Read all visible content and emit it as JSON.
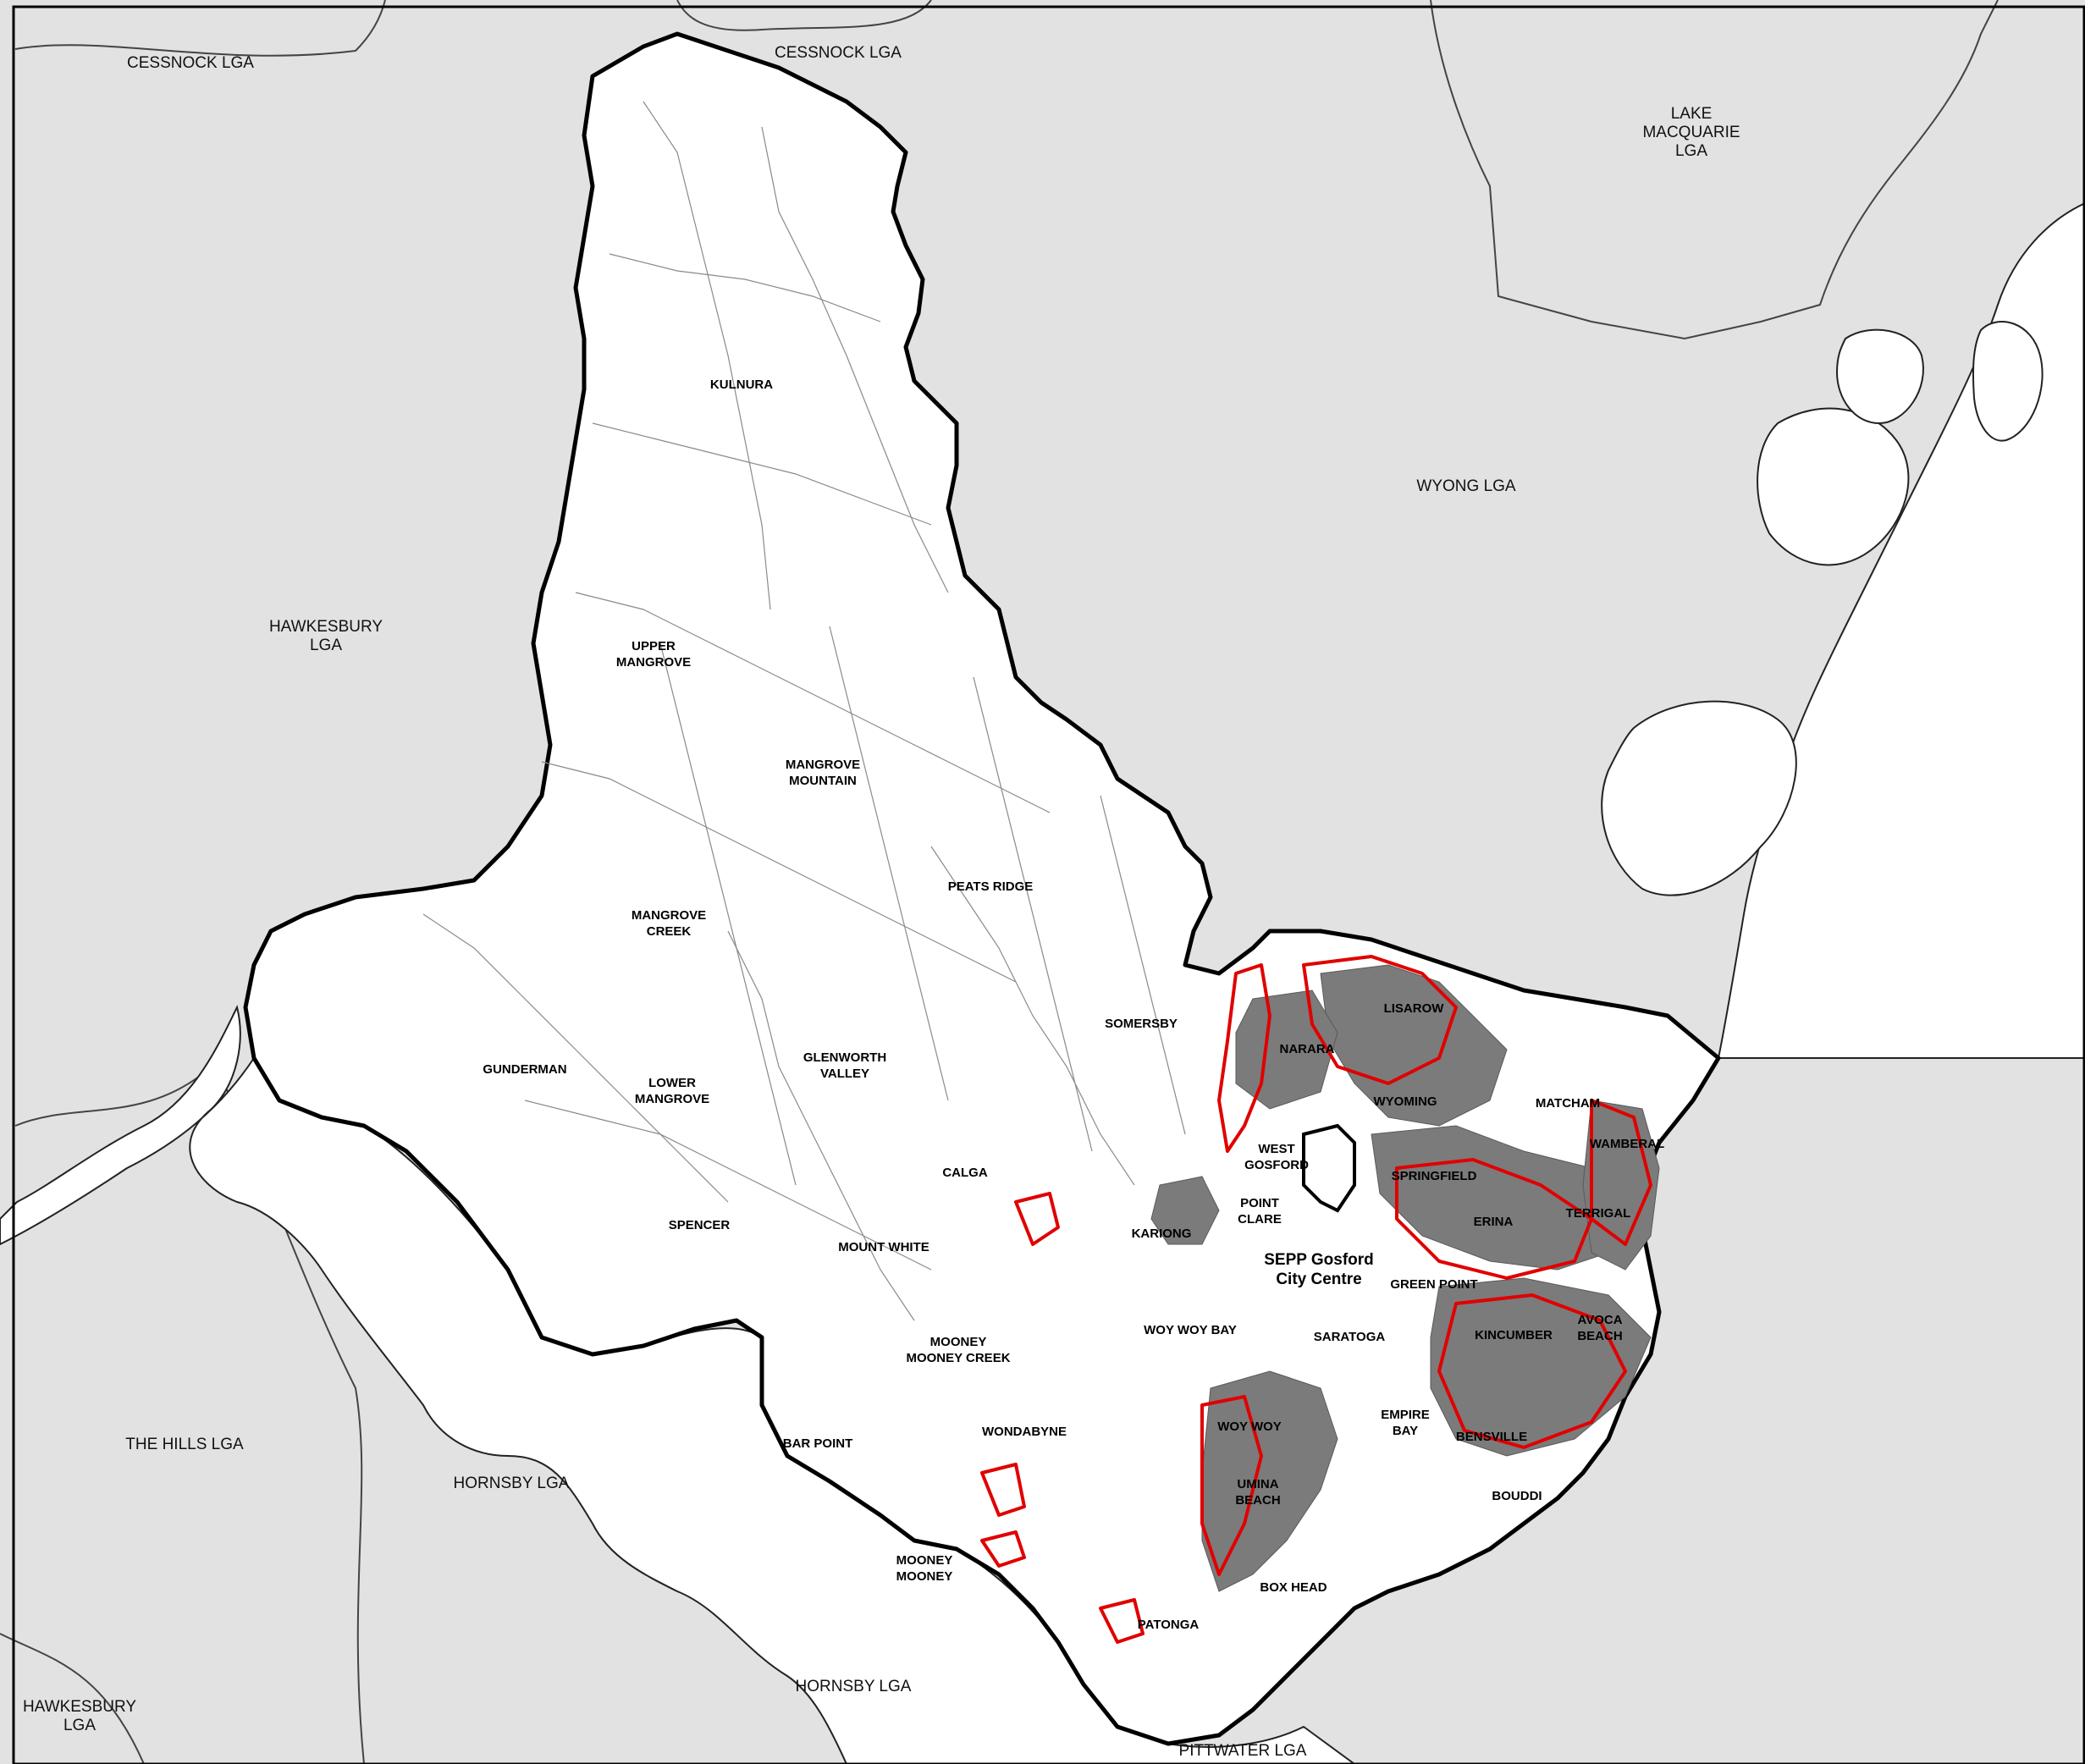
{
  "map": {
    "colors": {
      "neighbour_fill": "#e2e2e2",
      "lga_fill": "#ffffff",
      "urban_fill": "#7b7b7b",
      "zone_outline": "#e00000",
      "boundary": "#000000"
    },
    "neighbour_lgas": [
      {
        "id": "cessnock-west",
        "lines": [
          "CESSNOCK LGA"
        ]
      },
      {
        "id": "cessnock-north",
        "lines": [
          "CESSNOCK LGA"
        ]
      },
      {
        "id": "lake-macquarie",
        "lines": [
          "LAKE",
          "MACQUARIE",
          "LGA"
        ]
      },
      {
        "id": "wyong",
        "lines": [
          "WYONG LGA"
        ]
      },
      {
        "id": "hawkesbury-north",
        "lines": [
          "HAWKESBURY",
          "LGA"
        ]
      },
      {
        "id": "the-hills",
        "lines": [
          "THE HILLS LGA"
        ]
      },
      {
        "id": "hornsby-west",
        "lines": [
          "HORNSBY LGA"
        ]
      },
      {
        "id": "hornsby-south",
        "lines": [
          "HORNSBY LGA"
        ]
      },
      {
        "id": "hawkesbury-south",
        "lines": [
          "HAWKESBURY",
          "LGA"
        ]
      },
      {
        "id": "pittwater",
        "lines": [
          "PITTWATER LGA"
        ]
      }
    ],
    "suburbs": [
      {
        "id": "kulnura",
        "lines": [
          "KULNURA"
        ]
      },
      {
        "id": "upper-mangrove",
        "lines": [
          "UPPER",
          "MANGROVE"
        ]
      },
      {
        "id": "mangrove-mountain",
        "lines": [
          "MANGROVE",
          "MOUNTAIN"
        ]
      },
      {
        "id": "peats-ridge",
        "lines": [
          "PEATS RIDGE"
        ]
      },
      {
        "id": "mangrove-creek",
        "lines": [
          "MANGROVE",
          "CREEK"
        ]
      },
      {
        "id": "somersby",
        "lines": [
          "SOMERSBY"
        ]
      },
      {
        "id": "lisarow",
        "lines": [
          "LISAROW"
        ]
      },
      {
        "id": "narara",
        "lines": [
          "NARARA"
        ]
      },
      {
        "id": "gunderman",
        "lines": [
          "GUNDERMAN"
        ]
      },
      {
        "id": "glenworth-valley",
        "lines": [
          "GLENWORTH",
          "VALLEY"
        ]
      },
      {
        "id": "lower-mangrove",
        "lines": [
          "LOWER",
          "MANGROVE"
        ]
      },
      {
        "id": "wyoming",
        "lines": [
          "WYOMING"
        ]
      },
      {
        "id": "matcham",
        "lines": [
          "MATCHAM"
        ]
      },
      {
        "id": "wamberal",
        "lines": [
          "WAMBERAL"
        ]
      },
      {
        "id": "west-gosford",
        "lines": [
          "WEST",
          "GOSFORD"
        ]
      },
      {
        "id": "springfield",
        "lines": [
          "SPRINGFIELD"
        ]
      },
      {
        "id": "calga",
        "lines": [
          "CALGA"
        ]
      },
      {
        "id": "point-clare",
        "lines": [
          "POINT",
          "CLARE"
        ]
      },
      {
        "id": "terrigal",
        "lines": [
          "TERRIGAL"
        ]
      },
      {
        "id": "erina",
        "lines": [
          "ERINA"
        ]
      },
      {
        "id": "spencer",
        "lines": [
          "SPENCER"
        ]
      },
      {
        "id": "kariong",
        "lines": [
          "KARIONG"
        ]
      },
      {
        "id": "mount-white",
        "lines": [
          "MOUNT WHITE"
        ]
      },
      {
        "id": "green-point",
        "lines": [
          "GREEN POINT"
        ]
      },
      {
        "id": "saratoga",
        "lines": [
          "SARATOGA"
        ]
      },
      {
        "id": "kincumber",
        "lines": [
          "KINCUMBER"
        ]
      },
      {
        "id": "avoca-beach",
        "lines": [
          "AVOCA",
          "BEACH"
        ]
      },
      {
        "id": "mooney-mooney-creek",
        "lines": [
          "MOONEY",
          "MOONEY CREEK"
        ]
      },
      {
        "id": "woy-woy-bay",
        "lines": [
          "WOY WOY BAY"
        ]
      },
      {
        "id": "empire-bay",
        "lines": [
          "EMPIRE",
          "BAY"
        ]
      },
      {
        "id": "woy-woy",
        "lines": [
          "WOY WOY"
        ]
      },
      {
        "id": "wondabyne",
        "lines": [
          "WONDABYNE"
        ]
      },
      {
        "id": "bensville",
        "lines": [
          "BENSVILLE"
        ]
      },
      {
        "id": "bar-point",
        "lines": [
          "BAR POINT"
        ]
      },
      {
        "id": "umina-beach",
        "lines": [
          "UMINA",
          "BEACH"
        ]
      },
      {
        "id": "bouddi",
        "lines": [
          "BOUDDI"
        ]
      },
      {
        "id": "mooney-mooney",
        "lines": [
          "MOONEY",
          "MOONEY"
        ]
      },
      {
        "id": "box-head",
        "lines": [
          "BOX HEAD"
        ]
      },
      {
        "id": "patonga",
        "lines": [
          "PATONGA"
        ]
      }
    ],
    "special_area": {
      "id": "sepp-gosford",
      "lines": [
        "SEPP Gosford",
        "City Centre"
      ]
    }
  }
}
